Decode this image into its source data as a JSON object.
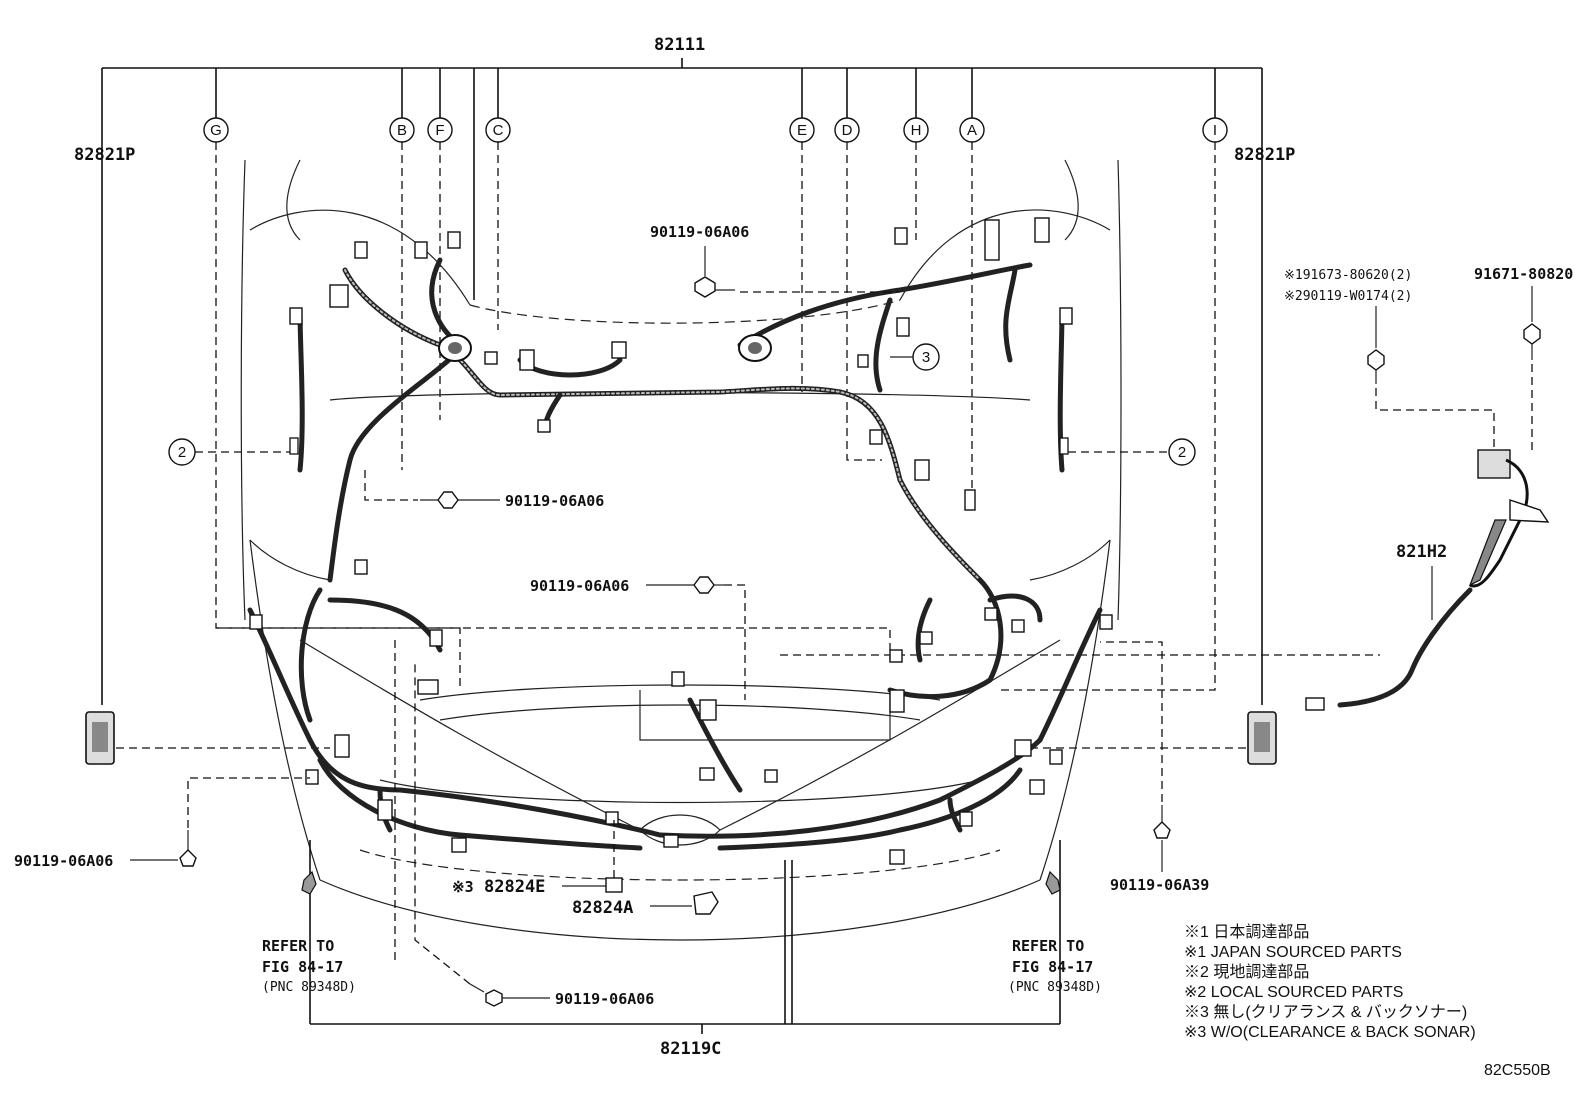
{
  "diagram_id": "82C550B",
  "main_part": "82111",
  "bottom_part": "82119C",
  "side_parts": {
    "left": "82821P",
    "right": "82821P"
  },
  "connector_letters": [
    "G",
    "B",
    "F",
    "C",
    "E",
    "D",
    "H",
    "A",
    "I"
  ],
  "callouts": {
    "two": "2",
    "three": "3"
  },
  "bolts": {
    "top": "90119-06A06",
    "mid_left": "90119-06A06",
    "mid_center": "90119-06A06",
    "left_low": "90119-06A06",
    "bottom": "90119-06A06",
    "right_low": "90119-06A39"
  },
  "front_parts": {
    "e_prefix": "※3",
    "e": "82824E",
    "a": "82824A"
  },
  "right_assembly": {
    "note1": "※191673-80620(2)",
    "note2": "※290119-W0174(2)",
    "bolt": "91671-80820",
    "part": "821H2"
  },
  "refer_left": {
    "line1": "REFER TO",
    "line2": "FIG 84-17",
    "line3": "(PNC 89348D)"
  },
  "refer_right": {
    "line1": "REFER TO",
    "line2": "FIG 84-17",
    "line3": "(PNC 89348D)"
  },
  "legend": [
    "※1 日本調達部品",
    "※1 JAPAN SOURCED PARTS",
    "※2 現地調達部品",
    "※2 LOCAL SOURCED PARTS",
    "※3 無し(クリアランス & バックソナー)",
    "※3 W/O(CLEARANCE & BACK SONAR)"
  ]
}
